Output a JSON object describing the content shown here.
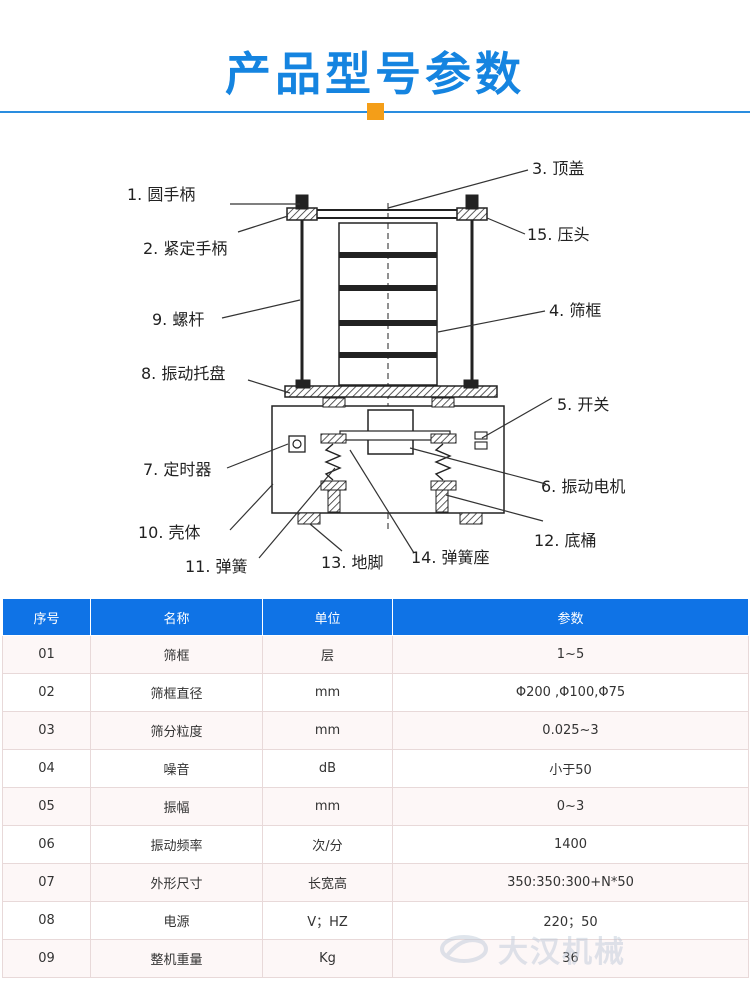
{
  "header": {
    "title": "产品型号参数"
  },
  "diagram": {
    "labels": [
      "1. 圆手柄",
      "2. 紧定手柄",
      "3. 顶盖",
      "4. 筛框",
      "5. 开关",
      "6. 振动电机",
      "7. 定时器",
      "8. 振动托盘",
      "9. 螺杆",
      "10. 壳体",
      "11. 弹簧",
      "12. 底桶",
      "13. 地脚",
      "14. 弹簧座",
      "15. 压头"
    ]
  },
  "table": {
    "headers": [
      "序号",
      "名称",
      "单位",
      "参数"
    ],
    "rows": [
      [
        "01",
        "筛框",
        "层",
        "1~5"
      ],
      [
        "02",
        "筛框直径",
        "mm",
        "Φ200 ,Φ100,Φ75"
      ],
      [
        "03",
        "筛分粒度",
        "mm",
        "0.025~3"
      ],
      [
        "04",
        "噪音",
        "dB",
        "小于50"
      ],
      [
        "05",
        "振幅",
        "mm",
        "0~3"
      ],
      [
        "06",
        "振动频率",
        "次/分",
        "1400"
      ],
      [
        "07",
        "外形尺寸",
        "长宽高",
        "350:350:300+N*50"
      ],
      [
        "08",
        "电源",
        "V；HZ",
        "220；50"
      ],
      [
        "09",
        "整机重量",
        "Kg",
        "36"
      ]
    ]
  },
  "watermark": {
    "text": "大汉机械",
    "icon": "dahan-logo-icon"
  },
  "colors": {
    "title": "#1584e0",
    "accent": "#f49e18",
    "header_bg": "#0f73e6"
  }
}
